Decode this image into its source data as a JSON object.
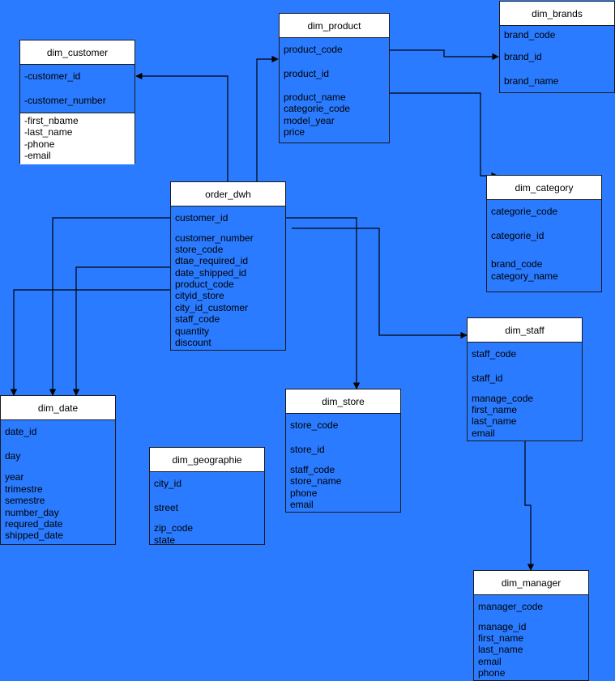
{
  "tables": {
    "dim_customer": {
      "title": "dim_customer",
      "fields": [
        "-customer_id",
        "-customer_number",
        "-first_nbame",
        "-last_name",
        "-phone",
        "-email"
      ]
    },
    "dim_product": {
      "title": "dim_product",
      "fields": [
        "product_code",
        "product_id",
        "product_name",
        "categorie_code",
        "model_year",
        "price"
      ]
    },
    "dim_brands": {
      "title": "dim_brands",
      "fields": [
        "brand_code",
        "brand_id",
        "brand_name"
      ]
    },
    "order_dwh": {
      "title": "order_dwh",
      "fields": [
        "customer_id",
        "customer_number",
        "store_code",
        "dtae_required_id",
        "date_shipped_id",
        "product_code",
        "cityid_store",
        "city_id_customer",
        "staff_code",
        "quantity",
        "discount"
      ]
    },
    "dim_category": {
      "title": "dim_category",
      "fields": [
        "categorie_code",
        "categorie_id",
        "brand_code",
        "category_name"
      ]
    },
    "dim_staff": {
      "title": "dim_staff",
      "fields": [
        "staff_code",
        "staff_id",
        "manage_code",
        "first_name",
        "last_name",
        "email"
      ]
    },
    "dim_date": {
      "title": "dim_date",
      "fields": [
        "date_id",
        "day",
        "year",
        "trimestre",
        "semestre",
        "number_day",
        "requred_date",
        "shipped_date"
      ]
    },
    "dim_geographie": {
      "title": "dim_geographie",
      "fields": [
        "city_id",
        "street",
        "zip_code",
        "state"
      ]
    },
    "dim_store": {
      "title": "dim_store",
      "fields": [
        "store_code",
        "store_id",
        "staff_code",
        "store_name",
        "phone",
        "email"
      ]
    },
    "dim_manager": {
      "title": "dim_manager",
      "fields": [
        "manager_code",
        "manage_id",
        "first_name",
        "last_name",
        "email",
        "phone"
      ]
    }
  },
  "colors": {
    "background": "#2a7bff",
    "header": "#ffffff",
    "line": "#000000"
  }
}
